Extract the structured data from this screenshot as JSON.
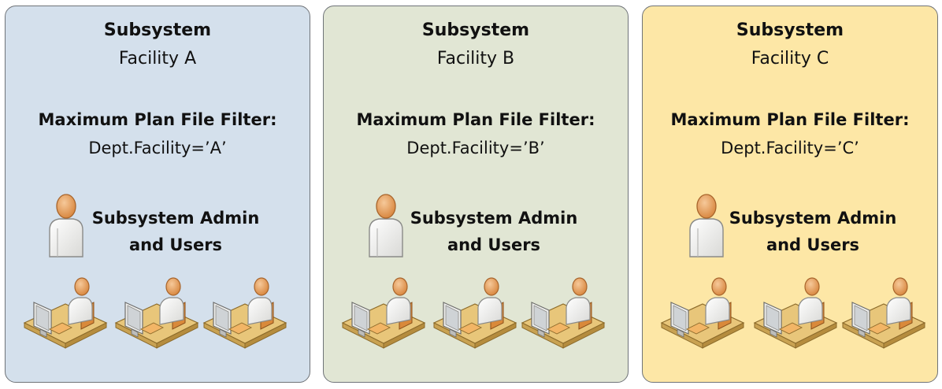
{
  "colors": {
    "panel_a": "#d4e0ec",
    "panel_b": "#e1e6d4",
    "panel_c": "#fde7a6",
    "border": "#6f7378",
    "person_head": "#e8a264",
    "person_body": "#f3f3f1",
    "desk": "#e3c276"
  },
  "panels": [
    {
      "title": "Subsystem",
      "facility": "Facility A",
      "filter_label": "Maximum Plan File Filter:",
      "filter_expr": "Dept.Facility=’A’",
      "admin_label_line1": "Subsystem Admin",
      "admin_label_line2": "and Users",
      "admin_icon": "user-icon",
      "workstation_icon": "workstation-user-icon"
    },
    {
      "title": "Subsystem",
      "facility": "Facility B",
      "filter_label": "Maximum Plan File Filter:",
      "filter_expr": "Dept.Facility=’B’",
      "admin_label_line1": "Subsystem Admin",
      "admin_label_line2": "and Users",
      "admin_icon": "user-icon",
      "workstation_icon": "workstation-user-icon"
    },
    {
      "title": "Subsystem",
      "facility": "Facility C",
      "filter_label": "Maximum Plan File Filter:",
      "filter_expr": "Dept.Facility=’C’",
      "admin_label_line1": "Subsystem Admin",
      "admin_label_line2": "and Users",
      "admin_icon": "user-icon",
      "workstation_icon": "workstation-user-icon"
    }
  ]
}
